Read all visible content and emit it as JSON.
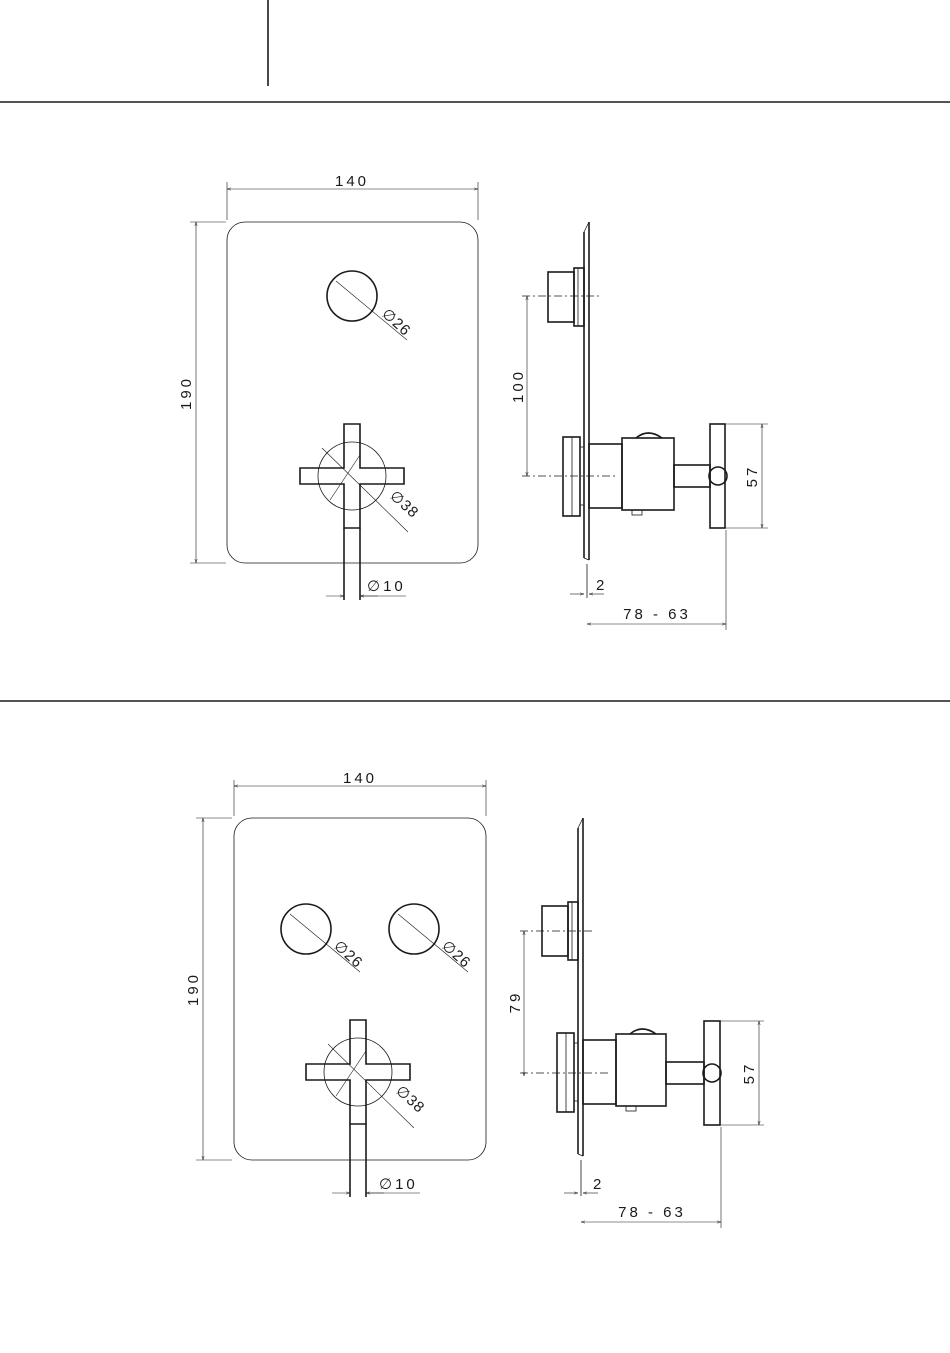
{
  "drawing_1": {
    "width": "140",
    "height": "190",
    "knob_diameter": "26",
    "handle_diameter": "38",
    "stem_diameter": "10",
    "spacing": "100",
    "handle_height": "57",
    "plate_thickness": "2",
    "depth_range": "78 - 63"
  },
  "drawing_2": {
    "width": "140",
    "height": "190",
    "knob_left_diameter": "26",
    "knob_right_diameter": "26",
    "handle_diameter": "38",
    "stem_diameter": "10",
    "spacing": "79",
    "handle_height": "57",
    "plate_thickness": "2",
    "depth_range": "78 - 63"
  },
  "symbols": {
    "diameter": "∅"
  }
}
